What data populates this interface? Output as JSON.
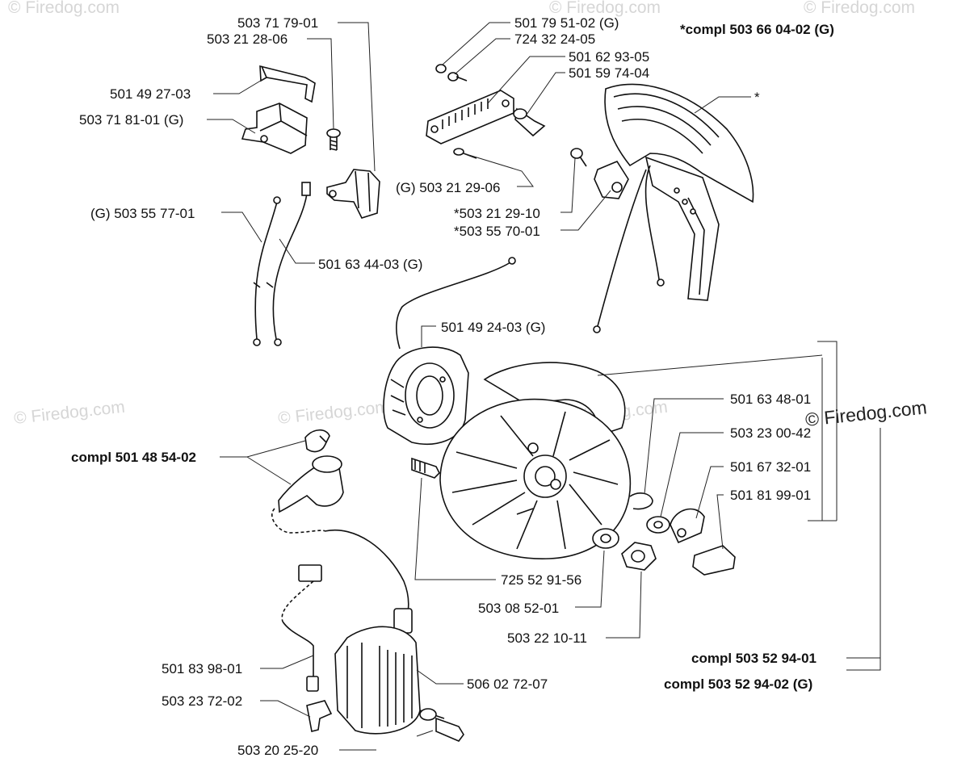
{
  "watermarks": {
    "text": "© Firedog.com",
    "strong": "© Firedog.com"
  },
  "labels": {
    "p_503717901": "503 71 79-01",
    "p_503212806": "503 21 28-06",
    "p_501492703": "501 49 27-03",
    "p_503718101g": "503 71 81-01 (G)",
    "p_503557701g": "(G) 503 55 77-01",
    "p_501634403g": "501 63 44-03 (G)",
    "p_501795102g": "501 79 51-02 (G)",
    "p_724322405": "724 32 24-05",
    "p_501629305": "501 62 93-05",
    "p_501597404": "501 59 74-04",
    "p_503212906g": "(G) 503 21 29-06",
    "p_503212910s": "*503 21 29-10",
    "p_503557001s": "*503 55 70-01",
    "p_compl503660402g": "*compl 503 66 04-02 (G)",
    "p_star": "*",
    "p_501492403g": "501 49 24-03 (G)",
    "p_501634801": "501 63 48-01",
    "p_503230042": "503 23 00-42",
    "p_501673201": "501 67 32-01",
    "p_501819901": "501 81 99-01",
    "p_compl501485402": "compl 501 48 54-02",
    "p_725529156": "725 52 91-56",
    "p_503085201": "503 08 52-01",
    "p_503221011": "503 22 10-11",
    "p_compl503529401": "compl 503 52 94-01",
    "p_compl503529402g": "compl 503 52 94-02 (G)",
    "p_501839801": "501 83 98-01",
    "p_506027207": "506 02 72-07",
    "p_503237202": "503 23 72-02",
    "p_503202520": "503 20 25-20"
  }
}
